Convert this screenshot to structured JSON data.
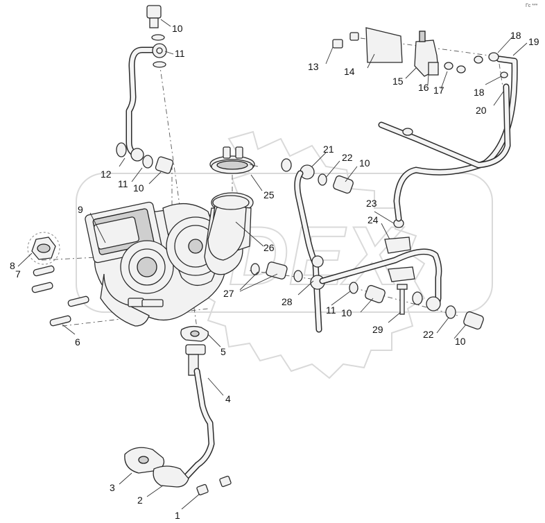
{
  "brand_mark": "Гс ***",
  "callouts": [
    {
      "id": "c1",
      "label": "1"
    },
    {
      "id": "c2",
      "label": "2"
    },
    {
      "id": "c3",
      "label": "3"
    },
    {
      "id": "c4",
      "label": "4"
    },
    {
      "id": "c5",
      "label": "5"
    },
    {
      "id": "c6",
      "label": "6"
    },
    {
      "id": "c7",
      "label": "7"
    },
    {
      "id": "c8",
      "label": "8"
    },
    {
      "id": "c9",
      "label": "9"
    },
    {
      "id": "c10a",
      "label": "10"
    },
    {
      "id": "c10b",
      "label": "10"
    },
    {
      "id": "c10c",
      "label": "10"
    },
    {
      "id": "c10d",
      "label": "10"
    },
    {
      "id": "c10e",
      "label": "10"
    },
    {
      "id": "c11a",
      "label": "11"
    },
    {
      "id": "c11b",
      "label": "11"
    },
    {
      "id": "c11c",
      "label": "11"
    },
    {
      "id": "c12",
      "label": "12"
    },
    {
      "id": "c13",
      "label": "13"
    },
    {
      "id": "c14",
      "label": "14"
    },
    {
      "id": "c15",
      "label": "15"
    },
    {
      "id": "c16",
      "label": "16"
    },
    {
      "id": "c17",
      "label": "17"
    },
    {
      "id": "c18a",
      "label": "18"
    },
    {
      "id": "c18b",
      "label": "18"
    },
    {
      "id": "c19",
      "label": "19"
    },
    {
      "id": "c20",
      "label": "20"
    },
    {
      "id": "c21",
      "label": "21"
    },
    {
      "id": "c22a",
      "label": "22"
    },
    {
      "id": "c22b",
      "label": "22"
    },
    {
      "id": "c23",
      "label": "23"
    },
    {
      "id": "c24",
      "label": "24"
    },
    {
      "id": "c25",
      "label": "25"
    },
    {
      "id": "c26",
      "label": "26"
    },
    {
      "id": "c27",
      "label": "27"
    },
    {
      "id": "c28",
      "label": "28"
    },
    {
      "id": "c29",
      "label": "29"
    }
  ]
}
